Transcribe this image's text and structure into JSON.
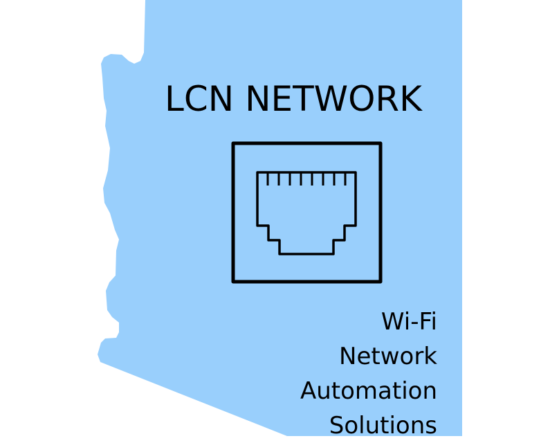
{
  "logo": {
    "title": "LCN NETWORK",
    "taglines": [
      "Wi-Fi",
      "Network",
      "Automation",
      "Solutions"
    ],
    "state_shape": "arizona-outline",
    "icon": "ethernet-port-icon"
  },
  "colors": {
    "background": "#ffffff",
    "state_fill": "#99cffc",
    "text": "#000000",
    "icon_stroke": "#000000"
  }
}
